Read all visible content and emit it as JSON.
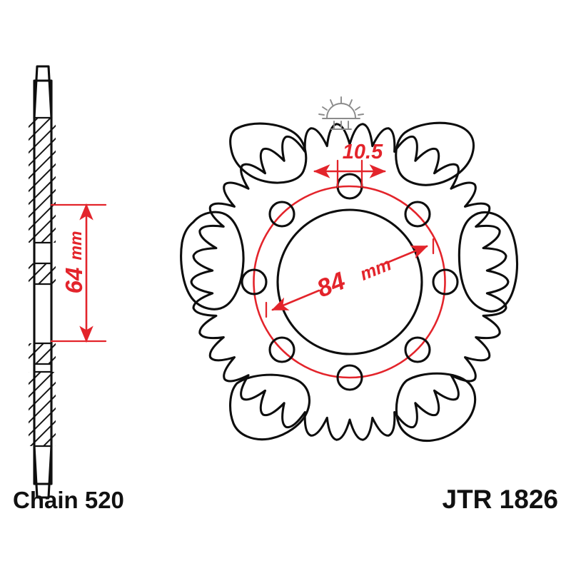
{
  "drawing": {
    "title": "JT Rear Sprocket Technical Drawing",
    "background_color": "#ffffff",
    "line_color": "#0d0d0d",
    "dimension_color": "#e3242b",
    "stamp_color": "#8b8b8b"
  },
  "labels": {
    "chain": "Chain 520",
    "part_number": "JTR 1826"
  },
  "dimensions": {
    "thickness_height": {
      "value": "64",
      "unit": "mm",
      "orientation": "vertical",
      "view": "section"
    },
    "bolt_circle": {
      "value": "84",
      "unit": "mm",
      "orientation": "diagonal",
      "view": "front"
    },
    "bolt_hole": {
      "value": "10.5",
      "unit": "",
      "orientation": "horizontal",
      "view": "front"
    }
  },
  "front_view": {
    "tooth_count": 38,
    "lightening_hole_count": 6,
    "bolt_hole_count": 8,
    "center_bore": "present",
    "brand_stamp": "jt-sunburst-logo"
  },
  "section_view": {
    "hatched_regions": 4,
    "description": "cross-section profile with hatching"
  }
}
